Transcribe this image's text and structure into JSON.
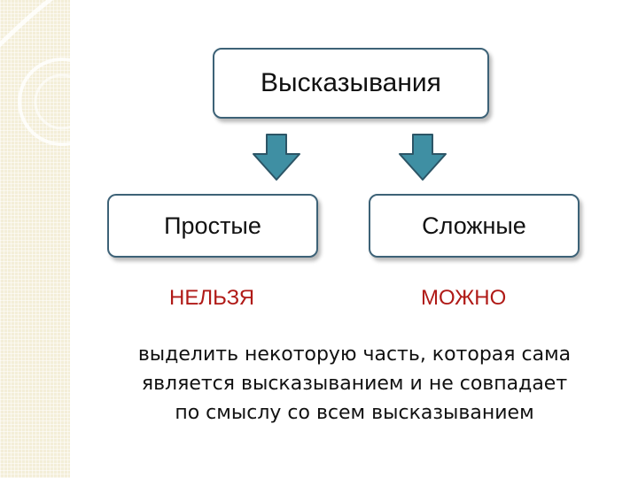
{
  "colors": {
    "box_border": "#3d6277",
    "arrow_fill": "#3f8fa3",
    "highlight_text": "#b01a17",
    "sidebar_bg": "#f3eed8"
  },
  "diagram": {
    "root": {
      "label": "Высказывания"
    },
    "children": [
      {
        "label": "Простые",
        "caption": "НЕЛЬЗЯ"
      },
      {
        "label": "Сложные",
        "caption": "МОЖНО"
      }
    ],
    "arrows": [
      {
        "from": "Высказывания",
        "to": "Простые"
      },
      {
        "from": "Высказывания",
        "to": "Сложные"
      }
    ]
  },
  "description": {
    "lines": [
      "выделить  некоторую часть, которая  сама",
      "является высказыванием и не совпадает",
      "по смыслу со всем высказыванием"
    ]
  }
}
